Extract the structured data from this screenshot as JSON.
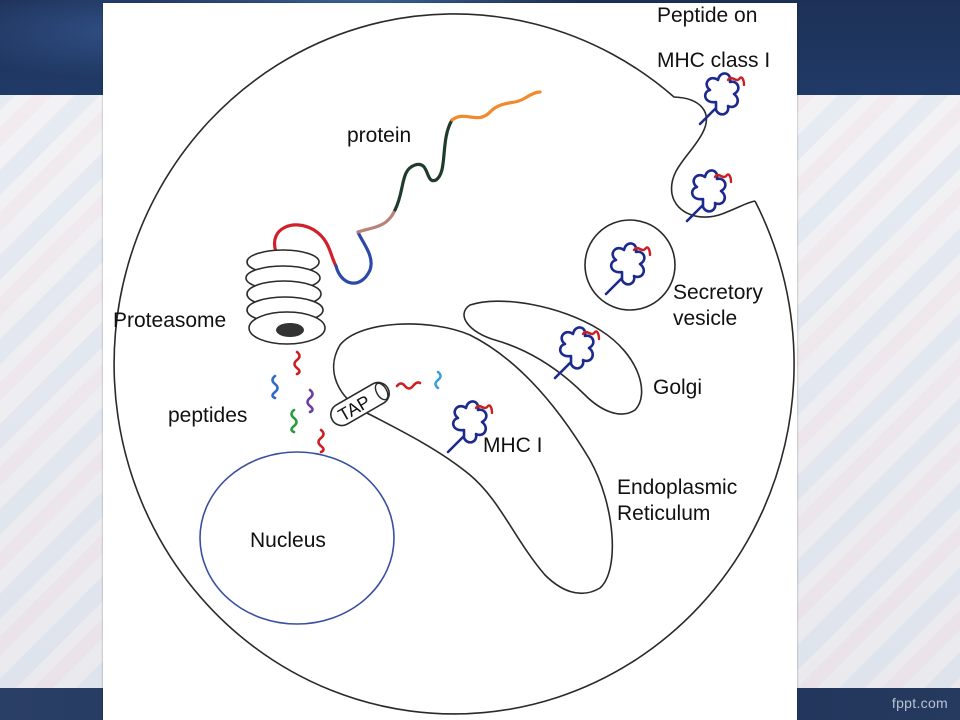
{
  "slide": {
    "footer": "fppt.com"
  },
  "diagram": {
    "labels": {
      "peptide_on": "Peptide on",
      "mhc_class_i": "MHC class I",
      "protein": "protein",
      "proteasome": "Proteasome",
      "peptides": "peptides",
      "tap": "TAP",
      "mhc_i": "MHC I",
      "secretory": "Secretory",
      "vesicle": "vesicle",
      "golgi": "Golgi",
      "endoplasmic": "Endoplasmic",
      "reticulum": "Reticulum",
      "nucleus": "Nucleus"
    },
    "colors": {
      "membrane": "#2a2a2a",
      "nucleus": "#3a4fa0",
      "mhc": "#1b2a8c",
      "bound_peptide": "#cc1f24",
      "protein_orange": "#f08a2c",
      "protein_green": "#1f3b2a",
      "protein_pink": "#b9827a",
      "protein_blue": "#2b49a8",
      "protein_red": "#d0202a",
      "peptide_red": "#cc1f24",
      "peptide_blue": "#2e6bc2",
      "peptide_purple": "#6b3fa0",
      "peptide_green": "#2a9a3a",
      "peptide_light_blue": "#3aa0d8"
    }
  }
}
